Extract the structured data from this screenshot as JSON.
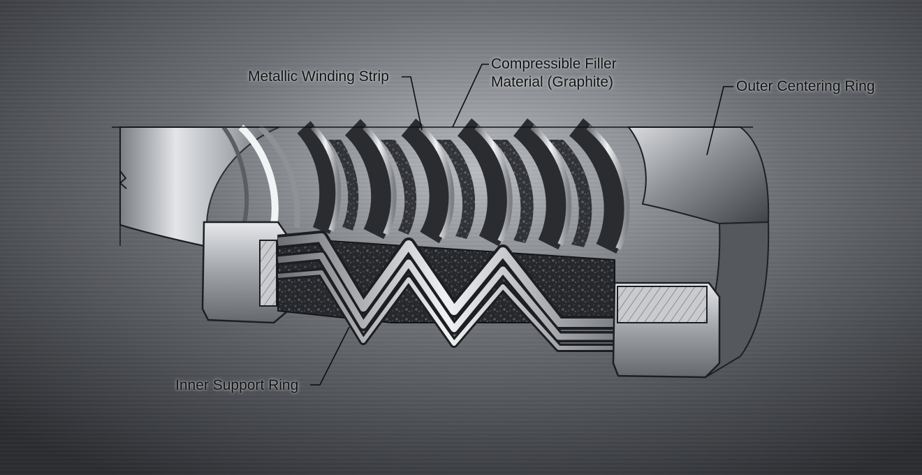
{
  "labels": {
    "metallic_winding_strip": "Metallic Winding Strip",
    "compressible_filler_line1": "Compressible Filler",
    "compressible_filler_line2": "Material (Graphite)",
    "outer_centering_ring": "Outer Centering Ring",
    "inner_support_ring": "Inner Support Ring"
  },
  "colors": {
    "background": "#3a3c40",
    "steel_light": "#d8dadd",
    "steel_dark": "#5f6368",
    "graphite": "#25272a",
    "label_text": "#111214",
    "leader_line": "#0d0e10"
  }
}
